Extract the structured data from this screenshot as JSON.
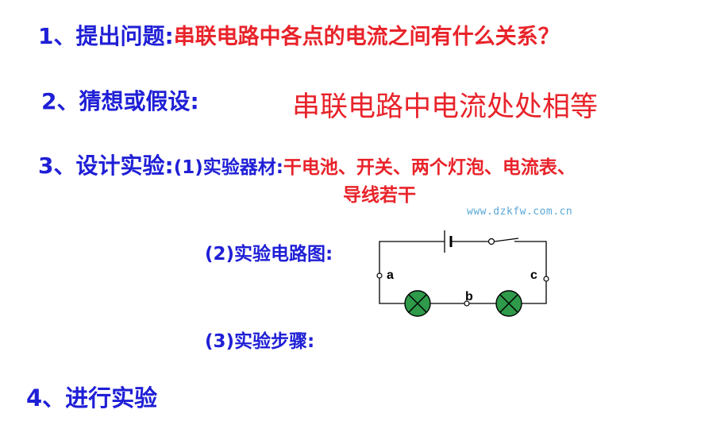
{
  "step1": {
    "label": "1、提出问题:",
    "question": "串联电路中各点的电流之间有什么关系？"
  },
  "step2": {
    "label": "2、猜想或假设:",
    "hypothesis": "串联电路中电流处处相等"
  },
  "step3": {
    "label": "3、设计实验:",
    "materials_label": "(1)实验器材:",
    "materials_line1": "干电池、开关、两个灯泡、电流表、",
    "materials_line2": "导线若干",
    "circuit_label": "(2)实验电路图:",
    "steps_label": "(3)实验步骤:"
  },
  "watermark": "www.dzkfw.com.cn",
  "circuit": {
    "point_a": "a",
    "point_b": "b",
    "point_c": "c"
  },
  "step4": {
    "label": "4、进行实验"
  },
  "colors": {
    "blue": "#1f1fd6",
    "red": "#e8232a",
    "lamp_green": "#2e9a4a"
  }
}
